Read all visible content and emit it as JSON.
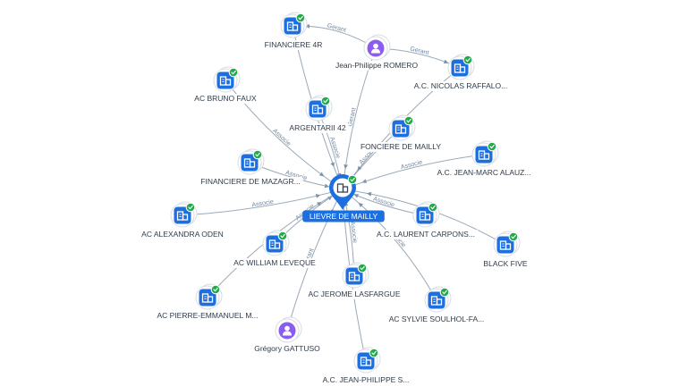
{
  "colors": {
    "company": "#1d6fe0",
    "person": "#8a5cf0",
    "check": "#21a94a",
    "center": "#1d6fe0",
    "edge": "#9aa9b8"
  },
  "icons": {
    "company": "building-icon",
    "person": "person-icon",
    "check": "check-badge-icon"
  },
  "center": {
    "label": "LIEVRE DE MAILLY"
  },
  "nodes": [
    {
      "id": "financiere-4r",
      "label": "FINANCIERE 4R",
      "kind": "company"
    },
    {
      "id": "jp-romero",
      "label": "Jean-Philippe ROMERO",
      "kind": "person"
    },
    {
      "id": "nicolas-raffalo",
      "label": "A.C. NICOLAS RAFFALO...",
      "kind": "company"
    },
    {
      "id": "bruno-faux",
      "label": "AC BRUNO FAUX",
      "kind": "company"
    },
    {
      "id": "argentarii",
      "label": "ARGENTARII 42",
      "kind": "company"
    },
    {
      "id": "fonciere",
      "label": "FONCIERE DE MAILLY",
      "kind": "company"
    },
    {
      "id": "jean-marc",
      "label": "A.C. JEAN-MARC ALAUZ...",
      "kind": "company"
    },
    {
      "id": "mazagr",
      "label": "FINANCIERE DE MAZAGR...",
      "kind": "company"
    },
    {
      "id": "alexandra",
      "label": "AC ALEXANDRA ODEN",
      "kind": "company"
    },
    {
      "id": "laurent",
      "label": "A.C. LAURENT CARPONS...",
      "kind": "company"
    },
    {
      "id": "black-five",
      "label": "BLACK FIVE",
      "kind": "company"
    },
    {
      "id": "william",
      "label": "AC WILLIAM LEVEQUE",
      "kind": "company"
    },
    {
      "id": "jerome",
      "label": "AC JEROME LASFARGUE",
      "kind": "company"
    },
    {
      "id": "pierre-emmanuel",
      "label": "AC PIERRE-EMMANUEL M...",
      "kind": "company"
    },
    {
      "id": "sylvie",
      "label": "AC SYLVIE SOULHOL-FA...",
      "kind": "company"
    },
    {
      "id": "gattuso",
      "label": "Grégory GATTUSO",
      "kind": "person"
    },
    {
      "id": "jean-philippe-s",
      "label": "A.C. JEAN-PHILIPPE S...",
      "kind": "company"
    }
  ],
  "edges": [
    {
      "from": "jp-romero",
      "to": "financiere-4r",
      "label": "Gerant"
    },
    {
      "from": "jp-romero",
      "to": "nicolas-raffalo",
      "label": "Gerant"
    },
    {
      "from": "jp-romero",
      "to": "center",
      "label": "Gerant"
    },
    {
      "from": "bruno-faux",
      "to": "center",
      "label": "Associe"
    },
    {
      "from": "argentarii",
      "to": "center",
      "label": "Associe"
    },
    {
      "from": "financiere-4r",
      "to": "center",
      "label": ""
    },
    {
      "from": "fonciere",
      "to": "center",
      "label": "Associe"
    },
    {
      "from": "jean-marc",
      "to": "center",
      "label": "Associe"
    },
    {
      "from": "mazagr",
      "to": "center",
      "label": "Associe"
    },
    {
      "from": "alexandra",
      "to": "center",
      "label": "Associe"
    },
    {
      "from": "laurent",
      "to": "center",
      "label": "Associe"
    },
    {
      "from": "black-five",
      "to": "center",
      "label": ""
    },
    {
      "from": "william",
      "to": "center",
      "label": "Associe"
    },
    {
      "from": "jerome",
      "to": "center",
      "label": "Associe"
    },
    {
      "from": "pierre-emmanuel",
      "to": "center",
      "label": ""
    },
    {
      "from": "sylvie",
      "to": "center",
      "label": "Associe"
    },
    {
      "from": "gattuso",
      "to": "center",
      "label": "Gerant"
    },
    {
      "from": "jean-philippe-s",
      "to": "center",
      "label": ""
    },
    {
      "from": "nicolas-raffalo",
      "to": "center",
      "label": ""
    }
  ]
}
